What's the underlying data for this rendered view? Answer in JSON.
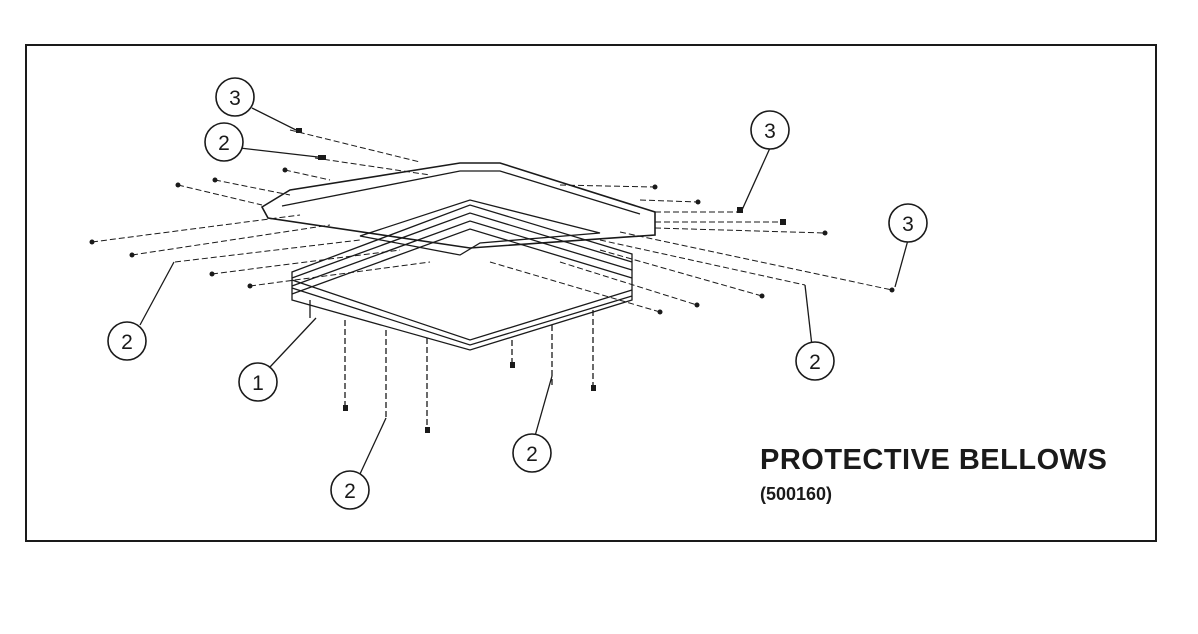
{
  "diagram": {
    "title": "PROTECTIVE BELLOWS",
    "part_number": "(500160)",
    "callouts": [
      {
        "label": "3"
      },
      {
        "label": "2"
      },
      {
        "label": "3"
      },
      {
        "label": "3"
      },
      {
        "label": "2"
      },
      {
        "label": "1"
      },
      {
        "label": "2"
      },
      {
        "label": "2"
      },
      {
        "label": "2"
      }
    ]
  },
  "colors": {
    "line": "#1a1a1a",
    "background": "#ffffff"
  }
}
